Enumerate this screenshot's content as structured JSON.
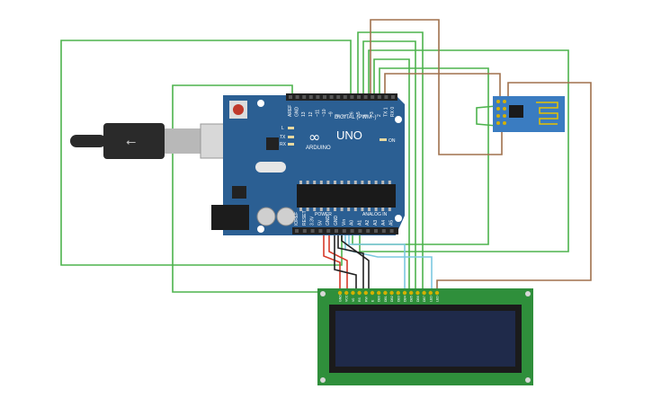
{
  "arduino": {
    "brand": "ARDUINO",
    "model": "UNO",
    "digital_header_label": "DIGITAL (PWM~)",
    "power_label": "POWER",
    "analog_label": "ANALOG IN",
    "on_label": "ON",
    "top_pin_labels": [
      "AREF",
      "GND",
      "13",
      "12",
      "~11",
      "~10",
      "~9",
      "8",
      "7",
      "~6",
      "~5",
      "4",
      "~3",
      "2",
      "TX 1",
      "RX 0"
    ],
    "bottom_pin_labels": [
      "IOREF",
      "RESET",
      "3.3V",
      "5V",
      "GND",
      "GND",
      "Vin",
      "A0",
      "A1",
      "A2",
      "A3",
      "A4",
      "A5"
    ],
    "led_labels": [
      "L",
      "TX",
      "RX"
    ],
    "colors": {
      "board": "#2b5f93",
      "header": "#222222"
    }
  },
  "lcd": {
    "pin_labels": [
      "GND",
      "VCC",
      "V0",
      "RS",
      "RW",
      "E",
      "DB0",
      "DB1",
      "DB2",
      "DB3",
      "DB4",
      "DB5",
      "DB6",
      "DB7",
      "LED",
      "LED"
    ],
    "colors": {
      "pcb": "#2f8f3b",
      "screen": "#1f2a4a"
    }
  },
  "esp_module": {
    "colors": {
      "pcb": "#3a7cc1"
    }
  },
  "usb_cable": {
    "colors": {
      "plug": "#2a2a2a",
      "connector": "#b0b0b0"
    }
  },
  "wire_colors": {
    "green": "#4db34d",
    "brown": "#a0714d",
    "red": "#d63a2a",
    "black": "#222222",
    "cyan": "#7cc8e0"
  }
}
